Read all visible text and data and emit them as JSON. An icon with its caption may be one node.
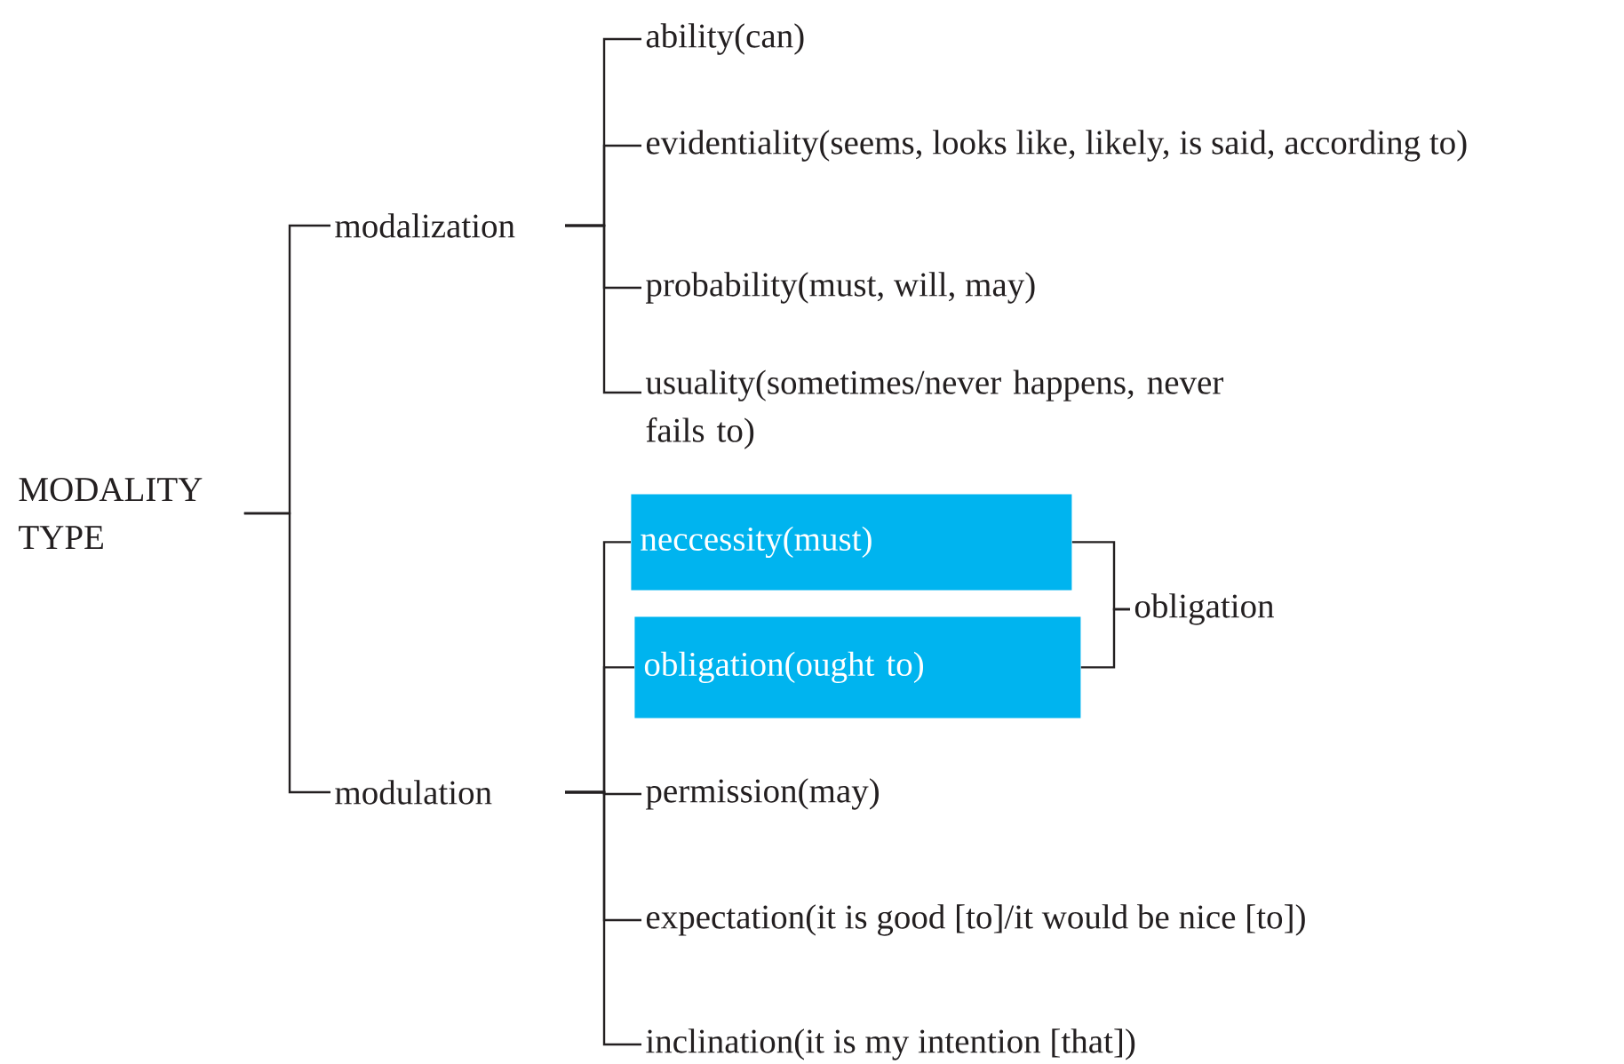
{
  "diagram": {
    "nodes": [
      {
        "text": [
          "MODALITY TYPE"
        ]
      },
      {
        "text": [
          "modalization"
        ]
      },
      {
        "text": [
          "modulation"
        ]
      },
      {
        "text": [
          "ability(can)"
        ]
      },
      {
        "text": [
          "evidentiality(seems, looks like, likely, is said, according to)"
        ]
      },
      {
        "text": [
          "probability(must, will, may)"
        ]
      },
      {
        "text": [
          "usuality(sometimes/never happens, never fails to)"
        ]
      },
      {
        "text": [
          "neccessity(must)"
        ]
      },
      {
        "text": [
          "obligation(ought to)"
        ]
      },
      {
        "text": [
          "permission(may)"
        ]
      },
      {
        "text": [
          "expectation(it is good [to]/it would be nice [to])"
        ]
      },
      {
        "text": [
          "inclination(it is my intention [that])"
        ]
      },
      {
        "text": [
          "obligation"
        ]
      }
    ],
    "edges": [
      {
        "from": 0,
        "to": 1,
        "arrow": "none"
      },
      {
        "from": 0,
        "to": 2,
        "arrow": "none"
      },
      {
        "from": 1,
        "to": 3,
        "arrow": "none"
      },
      {
        "from": 1,
        "to": 4,
        "arrow": "none"
      },
      {
        "from": 1,
        "to": 5,
        "arrow": "none"
      },
      {
        "from": 1,
        "to": 6,
        "arrow": "none"
      },
      {
        "from": 2,
        "to": 7,
        "arrow": "none"
      },
      {
        "from": 2,
        "to": 8,
        "arrow": "none"
      },
      {
        "from": 2,
        "to": 9,
        "arrow": "none"
      },
      {
        "from": 2,
        "to": 10,
        "arrow": "none"
      },
      {
        "from": 2,
        "to": 11,
        "arrow": "none"
      },
      {
        "from": 7,
        "to": 12,
        "arrow": "none"
      },
      {
        "from": 8,
        "to": 12,
        "arrow": "none"
      }
    ]
  }
}
